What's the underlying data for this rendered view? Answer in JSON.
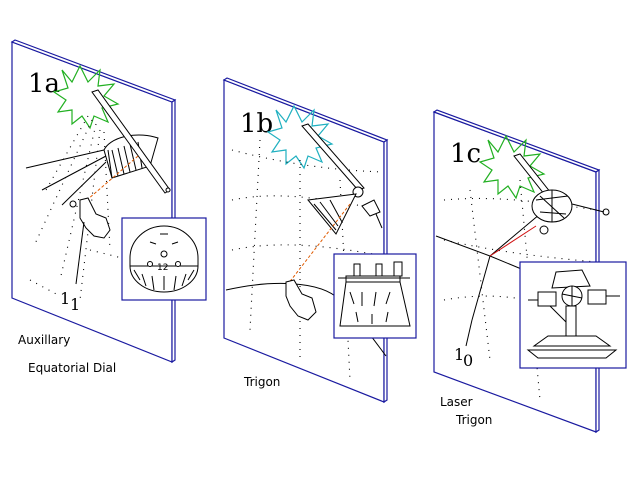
{
  "panels": [
    {
      "id": "1a",
      "board_label": "1a",
      "observer_label": "1",
      "observer_subscript": "1",
      "dial_number": "12",
      "caption_lines": [
        "Auxillary",
        "Equatorial Dial"
      ],
      "sun_color": "#22b022"
    },
    {
      "id": "1b",
      "board_label": "1b",
      "caption_lines": [
        "Trigon"
      ],
      "sun_color": "#20b0c0"
    },
    {
      "id": "1c",
      "board_label": "1c",
      "observer_label": "1",
      "observer_subscript": "0",
      "caption_lines": [
        "Laser",
        "Trigon"
      ],
      "sun_color": "#22b022"
    }
  ],
  "colors": {
    "board_edge": "#1a1aa0",
    "beam": "#e05a00",
    "laser": "#d01010"
  }
}
